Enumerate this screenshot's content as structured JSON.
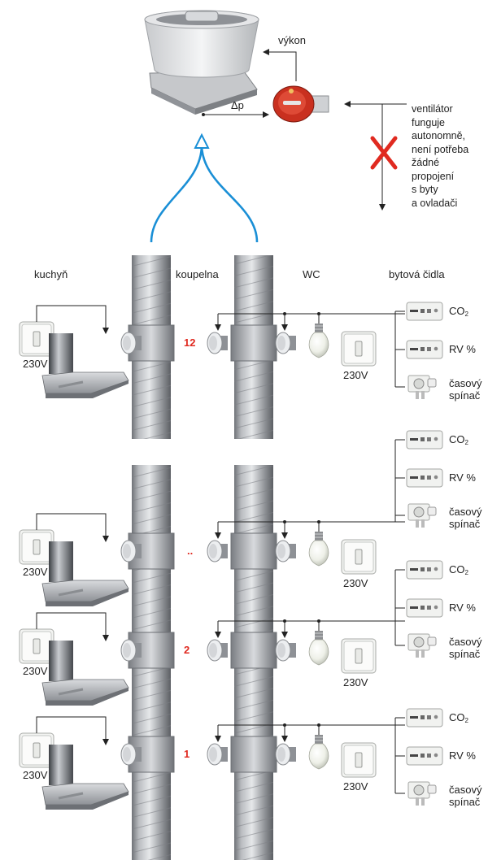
{
  "top": {
    "output_label": "výkon",
    "pressure_label": "Δp",
    "note_lines": [
      "ventilátor",
      "funguje",
      "autonomně,",
      "není potřeba",
      "žádné",
      "propojení",
      "s byty",
      "a ovladači"
    ]
  },
  "columns": {
    "kitchen": "kuchyň",
    "bathroom": "koupelna",
    "wc": "WC",
    "sensors": "bytová čidla"
  },
  "floors": [
    {
      "number": "12",
      "switch_voltage_left": "230V",
      "switch_voltage_wc": "230V",
      "sensors": {
        "co2": "CO",
        "co2_sub": "2",
        "rh": "RV %",
        "timer_line1": "časový",
        "timer_line2": "spínač"
      }
    },
    {
      "number": "..",
      "switch_voltage_left": "230V",
      "switch_voltage_wc": "230V",
      "sensors": {
        "co2": "CO",
        "co2_sub": "2",
        "rh": "RV %",
        "timer_line1": "časový",
        "timer_line2": "spínač"
      }
    },
    {
      "number": "2",
      "switch_voltage_left": "230V",
      "switch_voltage_wc": "230V",
      "sensors": {
        "co2": "CO",
        "co2_sub": "2",
        "rh": "RV %",
        "timer_line1": "časový",
        "timer_line2": "spínač"
      }
    },
    {
      "number": "1",
      "switch_voltage_left": "230V",
      "switch_voltage_wc": "230V",
      "sensors": {
        "co2": "CO",
        "co2_sub": "2",
        "rh": "RV %",
        "timer_line1": "časový",
        "timer_line2": "spínač"
      }
    }
  ],
  "colors": {
    "airflow_arrow": "#1a8fd6",
    "floor_number": "#e02a20",
    "cross": "#e02a20"
  }
}
